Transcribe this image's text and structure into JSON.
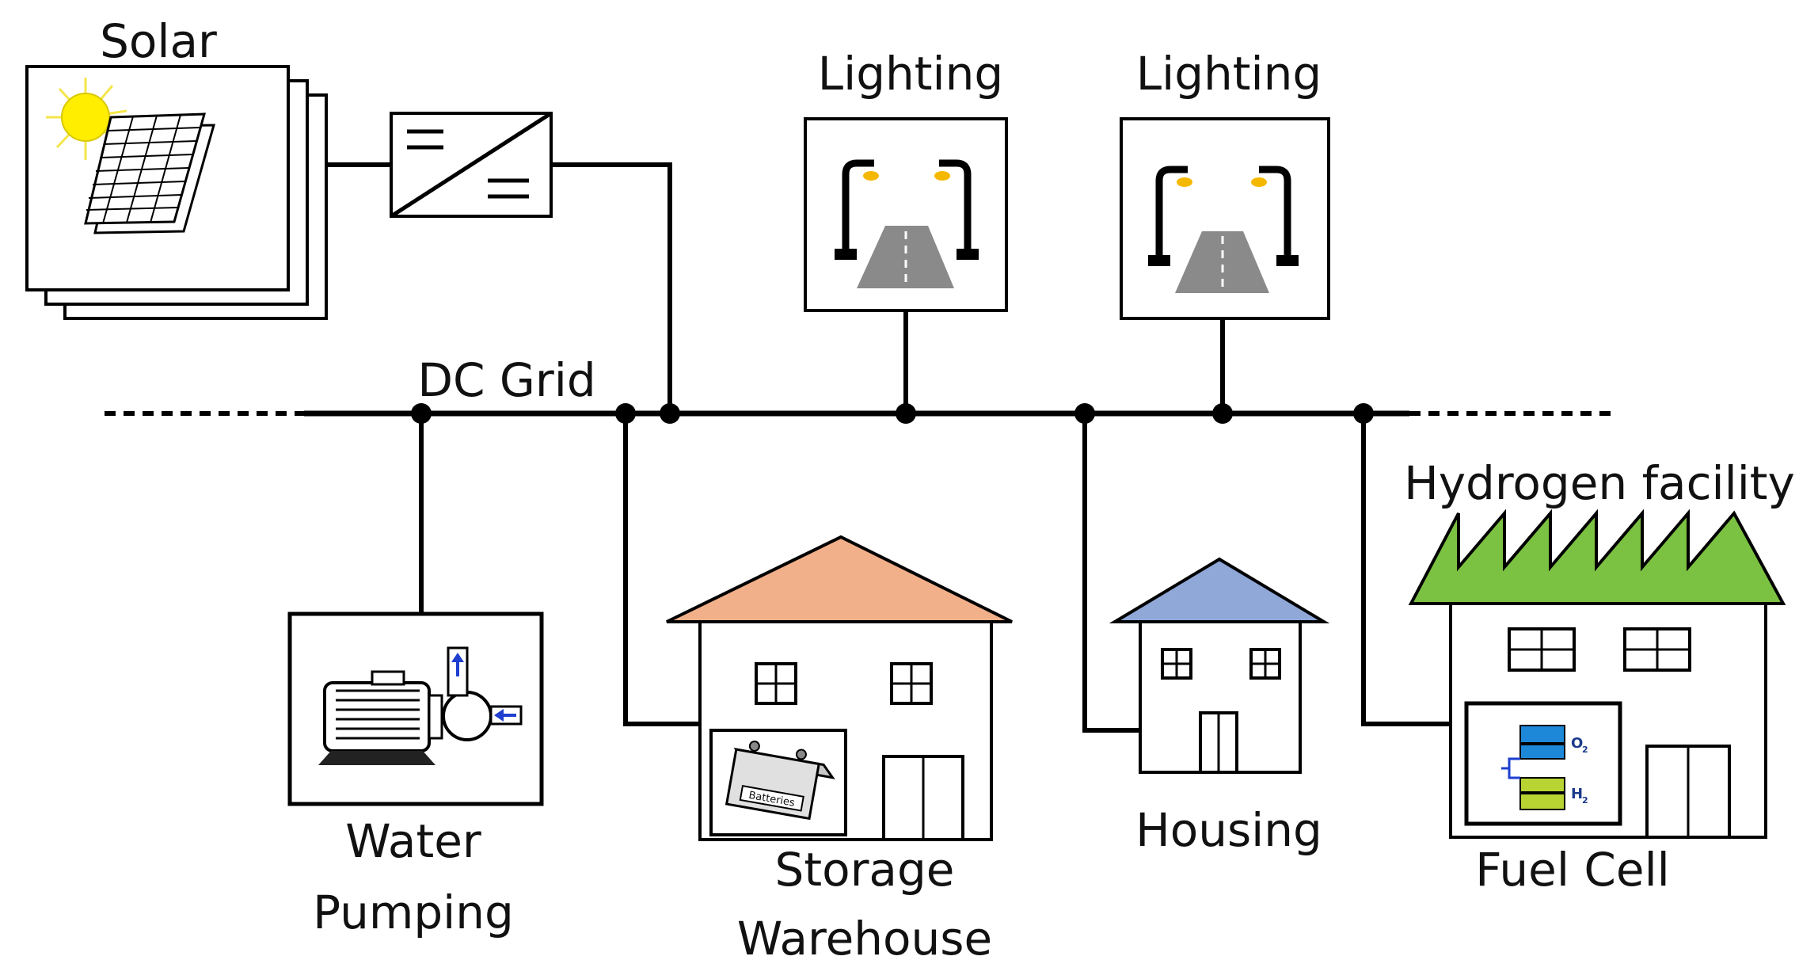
{
  "labels": {
    "solar": "Solar",
    "lighting_1": "Lighting",
    "lighting_2": "Lighting",
    "dc_grid": "DC Grid",
    "hydrogen_facility": "Hydrogen facility",
    "water_line1": "Water",
    "water_line2": "Pumping",
    "storage_line1": "Storage",
    "storage_line2": "Warehouse",
    "housing": "Housing",
    "fuel_cell": "Fuel Cell",
    "battery_text": "Batteries",
    "o2": "O",
    "o2_sub": "2",
    "h2": "H",
    "h2_sub": "2"
  },
  "colors": {
    "line": "#000000",
    "sun": "#ffee00",
    "sun_rays": "#f4e64a",
    "road": "#8a8a8a",
    "lamp": "#f5b800",
    "storage_roof": "#f2b08a",
    "housing_roof": "#8fa8d8",
    "hydrogen_roof": "#7cc242",
    "fuel_cell_blue": "#1e88d8",
    "fuel_cell_green": "#b8d433",
    "pump_arrow": "#1e3fd0"
  },
  "icons": [
    "solar-panel-icon",
    "dc-dc-converter-icon",
    "street-light-icon",
    "water-pump-icon",
    "battery-icon",
    "fuel-cell-icon",
    "house-icon",
    "factory-icon"
  ]
}
